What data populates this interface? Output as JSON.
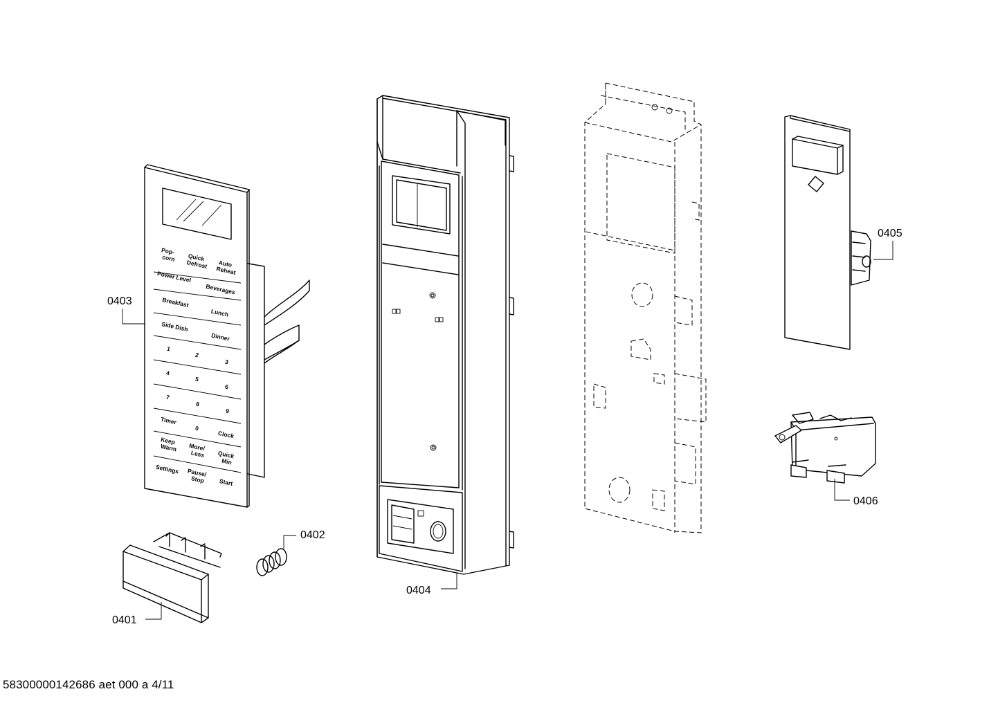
{
  "callouts": {
    "p0401": "0401",
    "p0402": "0402",
    "p0403": "0403",
    "p0404": "0404",
    "p0405": "0405",
    "p0406": "0406"
  },
  "keypad": {
    "k_popcorn_1": "Pop-",
    "k_popcorn_2": "corn",
    "k_quickdefrost_1": "Quick",
    "k_quickdefrost_2": "Defrost",
    "k_autoreheat_1": "Auto",
    "k_autoreheat_2": "Reheat",
    "k_powerlevel": "Power Level",
    "k_beverages": "Beverages",
    "k_breakfast": "Breakfast",
    "k_lunch": "Lunch",
    "k_sidedish": "Side Dish",
    "k_dinner": "Dinner",
    "k_1": "1",
    "k_2": "2",
    "k_3": "3",
    "k_4": "4",
    "k_5": "5",
    "k_6": "6",
    "k_7": "7",
    "k_8": "8",
    "k_9": "9",
    "k_timer": "Timer",
    "k_0": "0",
    "k_clock": "Clock",
    "k_keepwarm_1": "Keep",
    "k_keepwarm_2": "Warm",
    "k_moreless_1": "More/",
    "k_moreless_2": "Less",
    "k_quickmin_1": "Quick",
    "k_quickmin_2": "Min",
    "k_settings": "Settings",
    "k_pausestop_1": "Pause/",
    "k_pausestop_2": "Stop",
    "k_start": "Start"
  },
  "footer": "58300000142686 aet 000 a 4/11"
}
